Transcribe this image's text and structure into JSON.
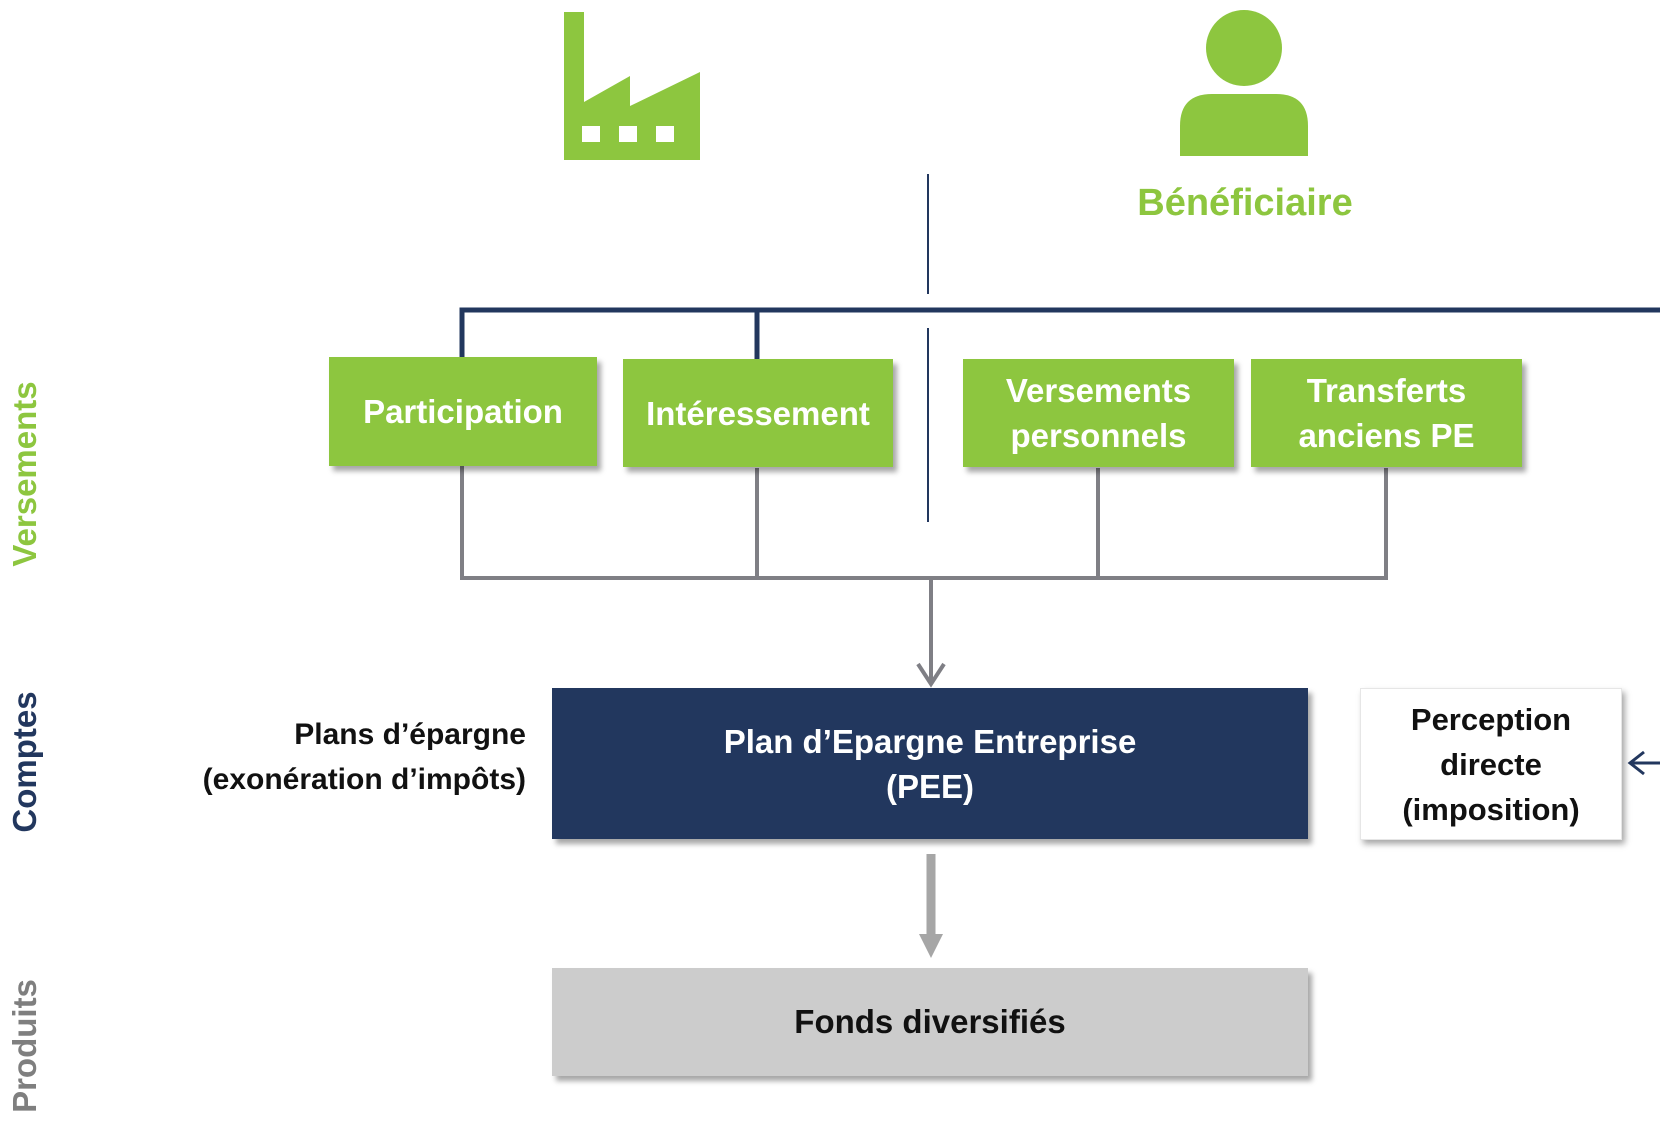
{
  "header": {
    "beneficiaire_label": "Bénéficiaire",
    "company_icon": "factory-icon",
    "person_icon": "person-icon"
  },
  "side_labels": {
    "versements": "Versements",
    "comptes": "Comptes",
    "produits": "Produits"
  },
  "versements": {
    "participation": "Participation",
    "interessement": "Intéressement",
    "versements_personnels": [
      "Versements",
      "personnels"
    ],
    "transferts": [
      "Transferts",
      "anciens PE"
    ]
  },
  "comptes": {
    "plans_label": [
      "Plans d’épargne",
      "(exonération d’impôts)"
    ],
    "pee": [
      "Plan d’Epargne Entreprise",
      "(PEE)"
    ],
    "perception": [
      "Perception",
      "directe",
      "(imposition)"
    ]
  },
  "produits": {
    "fonds": "Fonds diversifiés"
  },
  "colors": {
    "green": "#8dc63f",
    "navy": "#22375e",
    "connector_gray": "#7f7f85",
    "fonds_gray": "#cccccc"
  }
}
